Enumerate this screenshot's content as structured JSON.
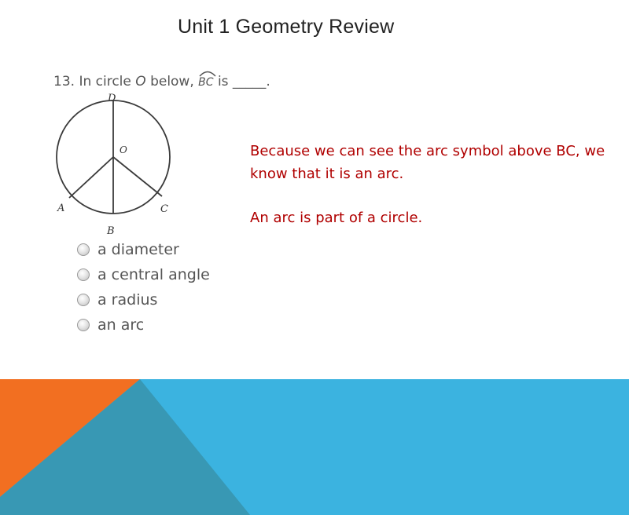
{
  "slide": {
    "title": "Unit 1 Geometry Review"
  },
  "question": {
    "number": "13.",
    "text_before": "In circle",
    "circle_name": "O",
    "text_middle": "below,",
    "arc_name": "BC",
    "text_after": "is _____."
  },
  "diagram": {
    "labels": {
      "top": "D",
      "center": "O",
      "left": "A",
      "right": "C",
      "bottom": "B"
    },
    "stroke_color": "#3a3a3a"
  },
  "choices": [
    {
      "label": "a diameter"
    },
    {
      "label": "a central angle"
    },
    {
      "label": "a radius"
    },
    {
      "label": "an arc"
    }
  ],
  "explanation": {
    "line1": "Because we can see the arc symbol above BC, we know that it is an arc.",
    "line2": "An arc is part of a circle.",
    "color": "#b00000"
  },
  "colors": {
    "orange": "#f26f21",
    "sky_blue": "#3bb3e0",
    "teal": "#3898b4"
  }
}
